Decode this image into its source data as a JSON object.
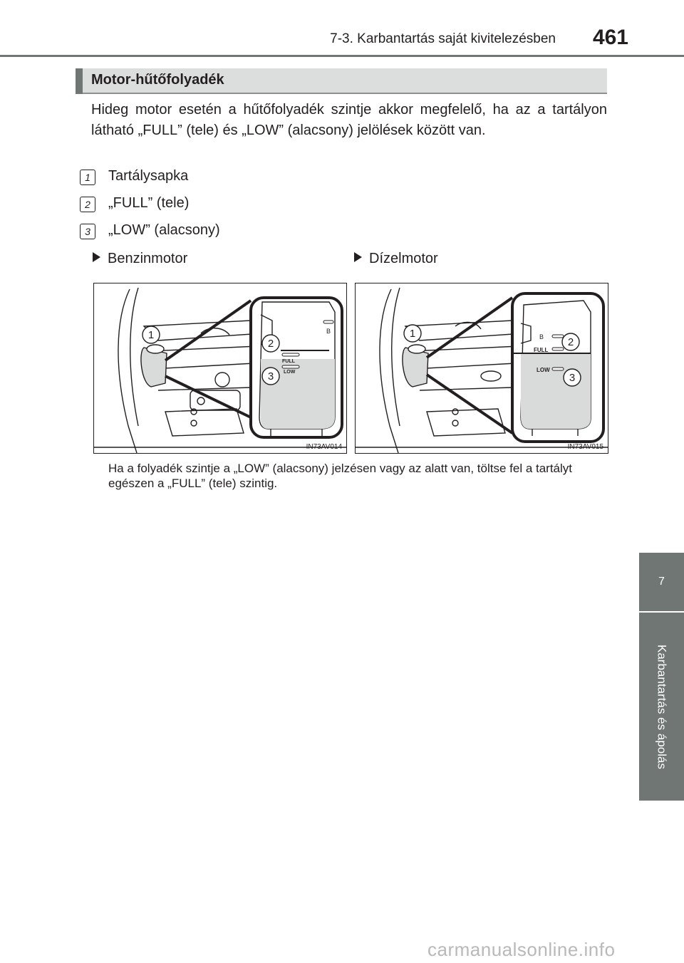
{
  "header": {
    "title": "7-3. Karbantartás saját kivitelezésben",
    "page_number": "461"
  },
  "side_tab": {
    "chapter_number": "7",
    "chapter_title": "Karbantartás és ápolás"
  },
  "section": {
    "title": "Motor-hűtőfolyadék",
    "intro": "Hideg motor esetén a hűtőfolyadék szintje akkor megfelelő, ha az a tartályon látható „FULL” (tele) és „LOW” (alacsony) jelölések között van."
  },
  "legend": [
    {
      "number": "1",
      "label": "Tartálysapka"
    },
    {
      "number": "2",
      "label": "„FULL” (tele)"
    },
    {
      "number": "3",
      "label": "„LOW” (alacsony)"
    }
  ],
  "figures": [
    {
      "caption": "Benzinmotor",
      "code": "IN73AV014",
      "callouts": [
        "1",
        "2",
        "3"
      ],
      "tank_labels": {
        "b": "B",
        "full": "FULL",
        "low": "LOW"
      }
    },
    {
      "caption": "Dízelmotor",
      "code": "IN73AV015",
      "callouts": [
        "1",
        "2",
        "3"
      ],
      "tank_labels": {
        "b": "B",
        "full": "FULL",
        "low": "LOW"
      }
    }
  ],
  "note": "Ha a folyadék szintje a „LOW” (alacsony) jelzésen vagy az alatt van, töltse fel a tartályt egészen a „FULL” (tele) szintig.",
  "watermark": "carmanualsonline.info",
  "colors": {
    "tab_gray": "#6f7673",
    "bar_gray": "#dcdedd",
    "fluid_gray": "#d9dbda"
  }
}
